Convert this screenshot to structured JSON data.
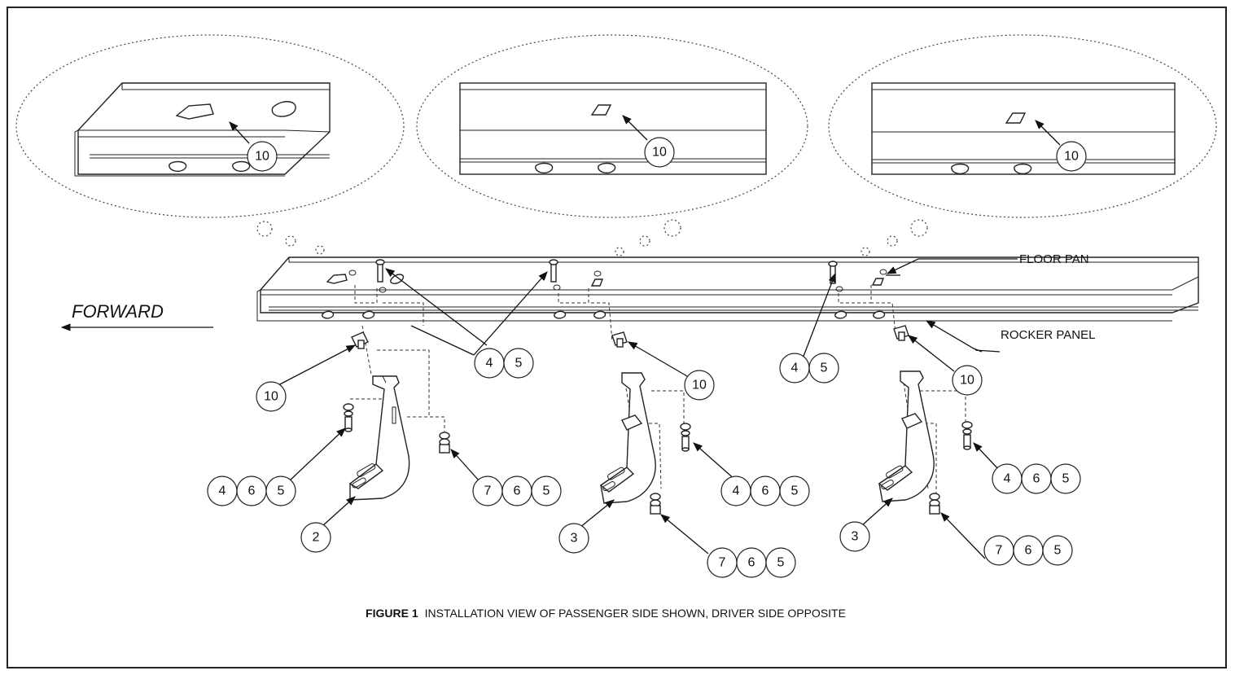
{
  "direction": {
    "label": "FORWARD"
  },
  "callouts": {
    "floor_pan": "FLOOR PAN",
    "rocker_panel": "ROCKER PANEL"
  },
  "items": {
    "n2": "2",
    "n3": "3",
    "n4": "4",
    "n5": "5",
    "n6": "6",
    "n7": "7",
    "n10": "10"
  },
  "caption": {
    "label": "FIGURE 1",
    "text": "INSTALLATION VIEW OF PASSENGER SIDE SHOWN, DRIVER SIDE OPPOSITE"
  }
}
